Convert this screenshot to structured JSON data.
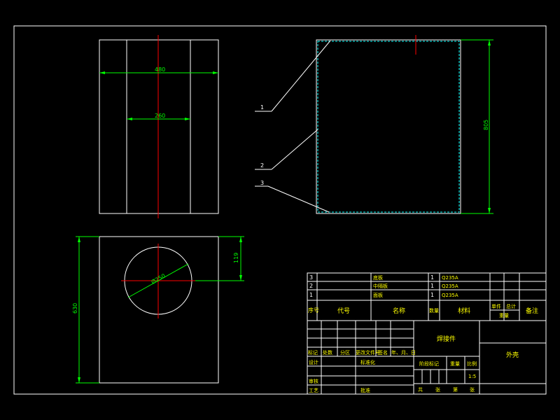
{
  "views": {
    "front_top_width": "480",
    "front_inner_width": "260",
    "right_height": "805",
    "top_height": "630",
    "top_hole_offset": "119",
    "top_hole_dia": "Ø250"
  },
  "callouts": [
    "1",
    "2",
    "3"
  ],
  "bom": {
    "rows": [
      {
        "no": "3",
        "name": "底板",
        "qty": "1",
        "material": "Q235A"
      },
      {
        "no": "2",
        "name": "中隔板",
        "qty": "1",
        "material": "Q235A"
      },
      {
        "no": "1",
        "name": "面板",
        "qty": "1",
        "material": "Q235A"
      }
    ],
    "headers": {
      "no": "序号",
      "code": "代号",
      "name": "名称",
      "qty": "数量",
      "material": "材料",
      "unit": "单件",
      "total": "总计",
      "weight": "重量",
      "remark": "备注"
    }
  },
  "title_block": {
    "part_type": "焊接件",
    "part_name": "外壳",
    "rev_labels": [
      "标记",
      "处数",
      "分区",
      "更改文件号",
      "签名",
      "年、月、日"
    ],
    "design": "设计",
    "standard": "标准化",
    "stage_mark": "阶段标记",
    "weight": "重量",
    "scale": "比例",
    "scale_value": "1:5",
    "check": "审核",
    "process": "工艺",
    "approve": "批准",
    "sheets": [
      "共",
      "张",
      "第",
      "张"
    ]
  }
}
